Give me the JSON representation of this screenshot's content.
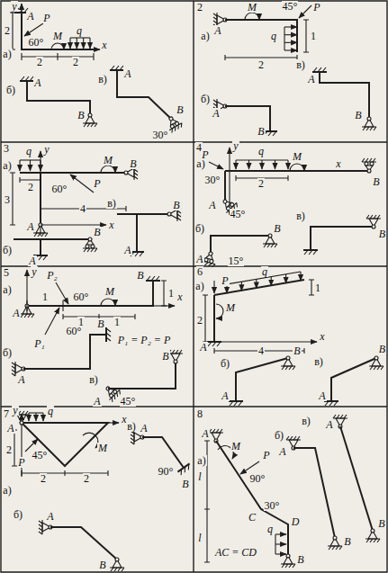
{
  "diagram": {
    "labels": [
      "а)",
      "A",
      "y",
      "2",
      "P",
      "60°",
      "M",
      "q",
      "2",
      "2",
      "x",
      "б)",
      "A",
      "в)",
      "A",
      "B",
      "B",
      "30°",
      "2",
      "а)",
      "A",
      "M",
      "45°",
      "P",
      "q",
      "1",
      "2",
      "в)",
      "A",
      "б)",
      "A",
      "B",
      "B",
      "3",
      "а)",
      "q",
      "y",
      "M",
      "B",
      "3",
      "2",
      "60°",
      "P",
      "4",
      "A",
      "x",
      "б)",
      "A",
      "B",
      "в)",
      "A",
      "B",
      "4",
      "а)",
      "P",
      "y",
      "q",
      "M",
      "x",
      "B",
      "30°",
      "2",
      "A",
      "45°",
      "б)",
      "A",
      "15°",
      "B",
      "в)",
      "B",
      "5",
      "а)",
      "y",
      "P₂",
      "M",
      "B",
      "1",
      "1",
      "60°",
      "A",
      "1",
      "1",
      "x",
      "60°",
      "P₁",
      "P₁ = P₂ = P",
      "б)",
      "B",
      "A",
      "в)",
      "B",
      "A",
      "45°",
      "6",
      "а)",
      "q",
      "P",
      "1",
      "M",
      "2",
      "A",
      "x",
      "4",
      "б)",
      "B",
      "A",
      "в)",
      "B",
      "A",
      "7",
      "y",
      "q",
      "A",
      "x",
      "а)",
      "45°",
      "P",
      "M",
      "2",
      "2",
      "2",
      "в)",
      "A",
      "90°",
      "B",
      "б)",
      "A",
      "B",
      "8",
      "в)",
      "A",
      "а)",
      "A",
      "M",
      "б)",
      "A",
      "P",
      "90°",
      "l",
      "C",
      "30°",
      "D",
      "l",
      "q",
      "AC = CD",
      "B",
      "B",
      "B"
    ]
  }
}
